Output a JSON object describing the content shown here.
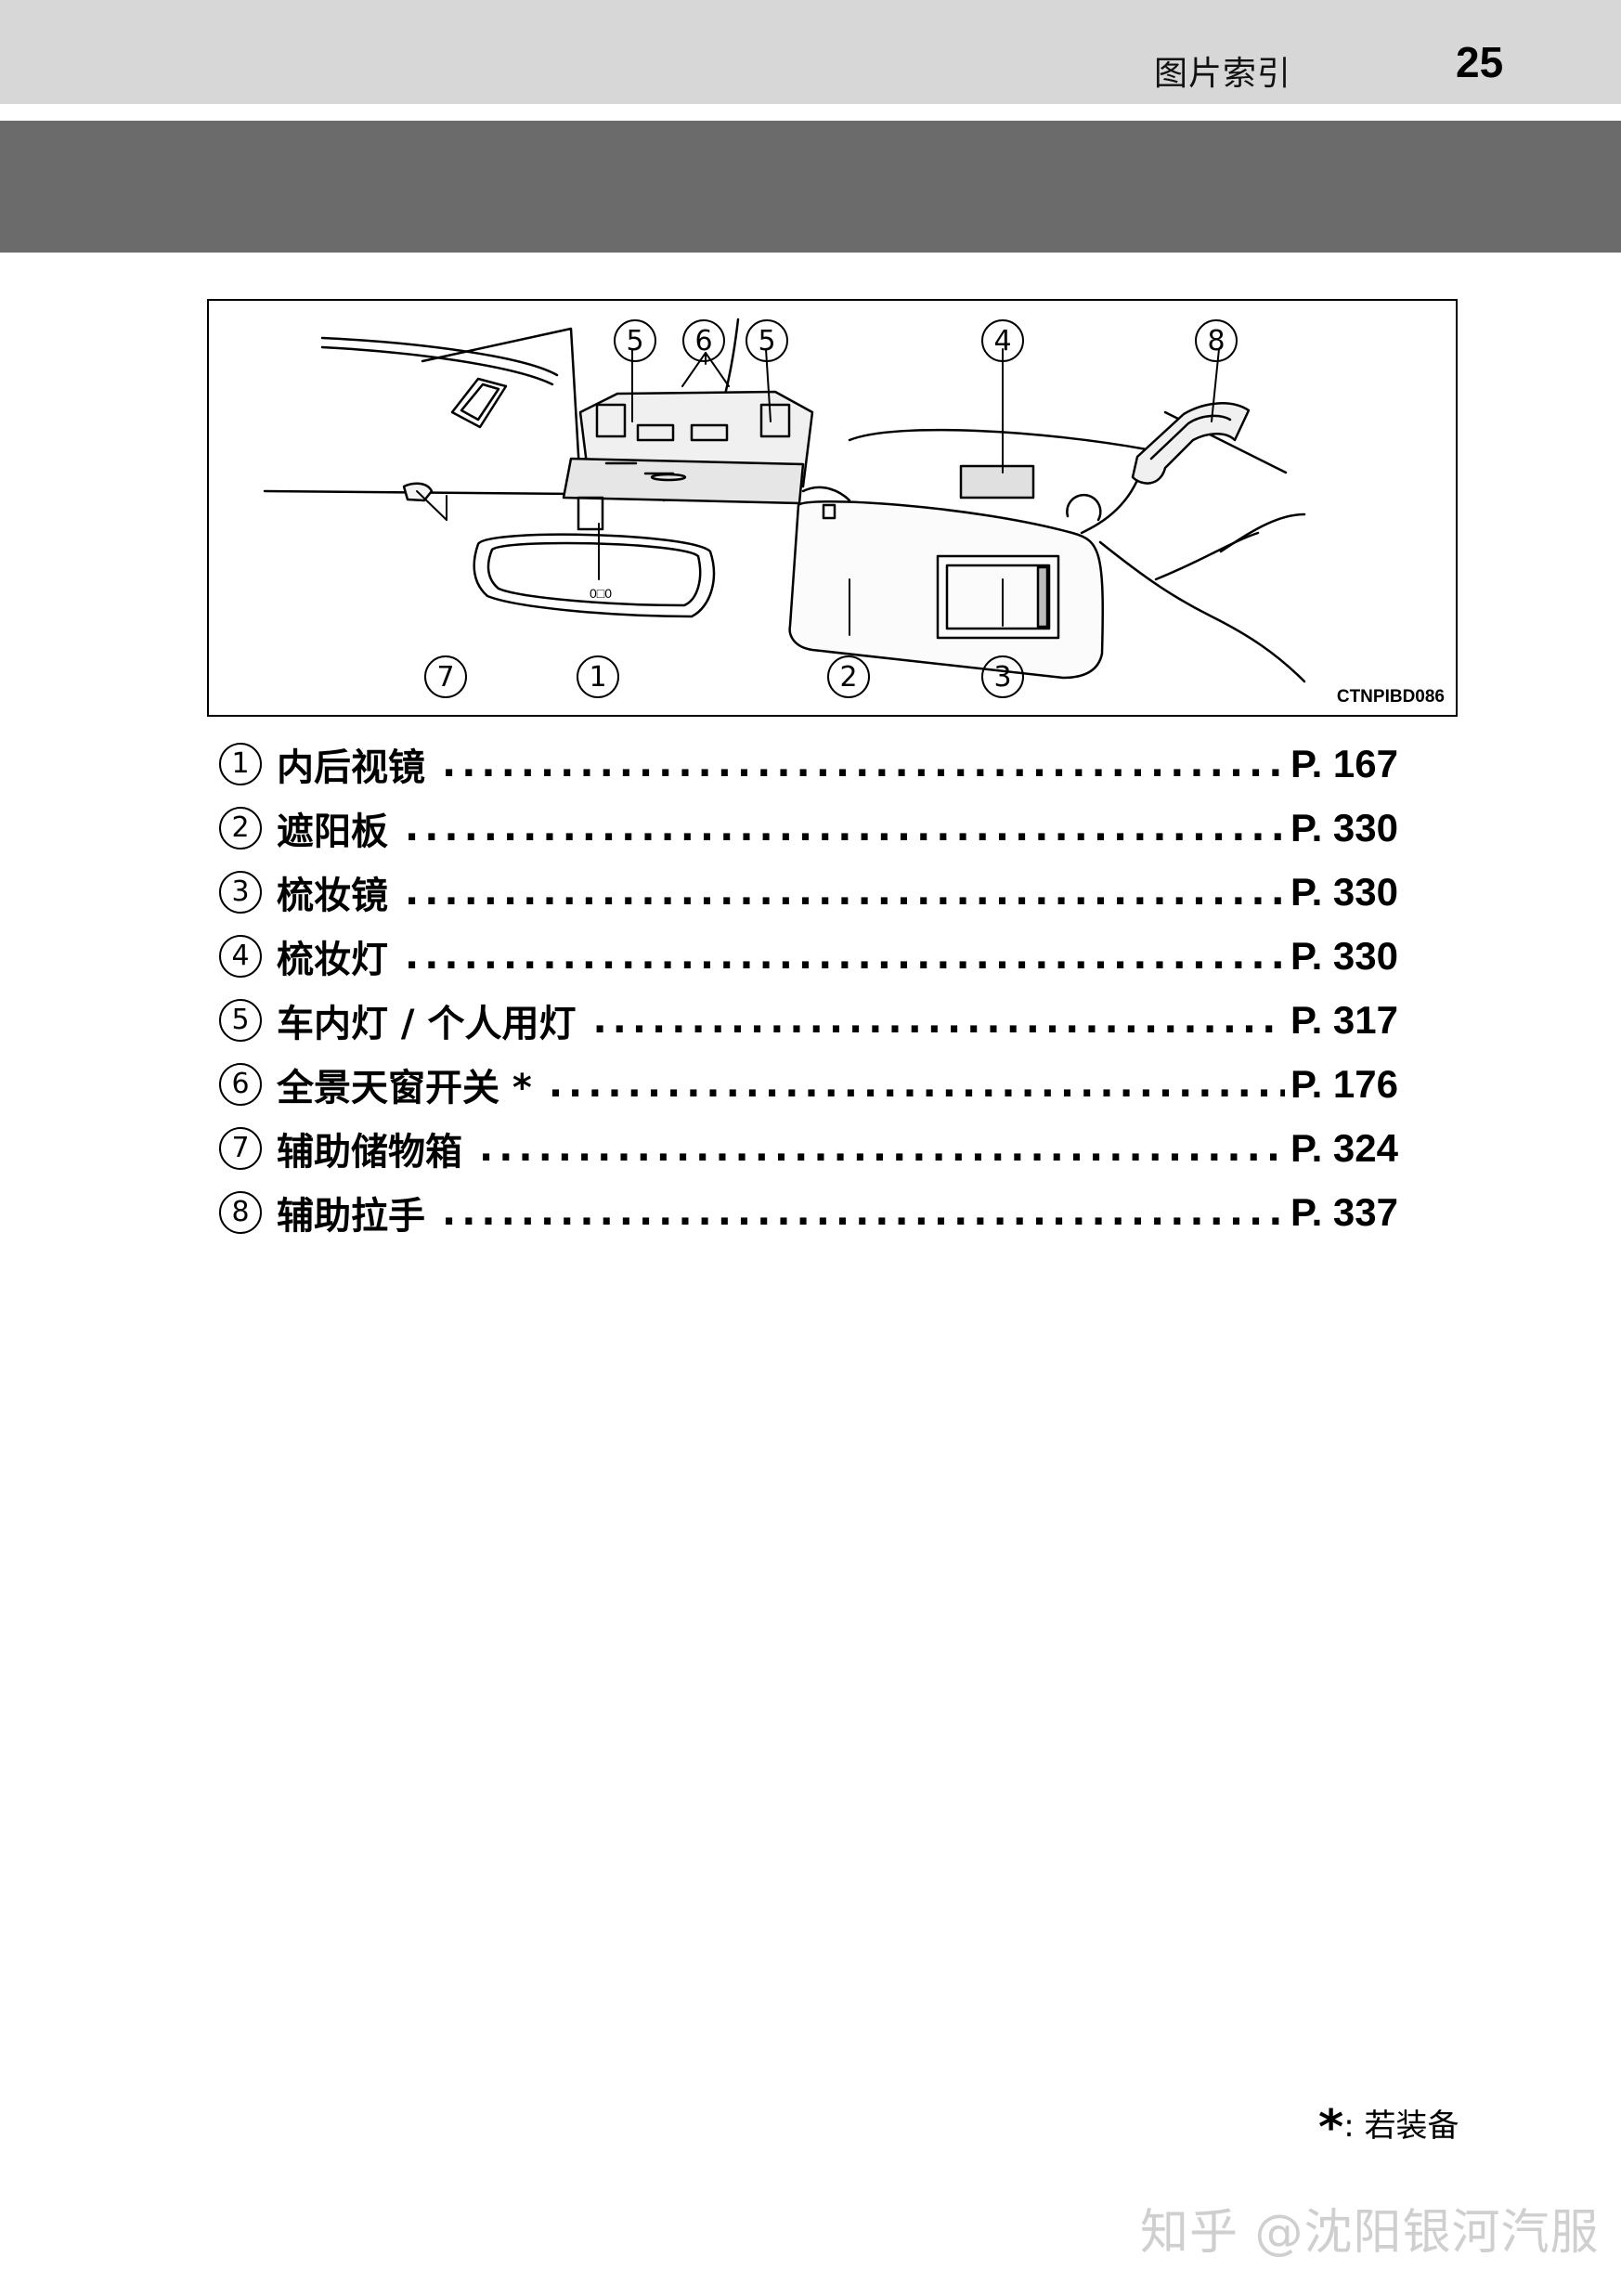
{
  "header": {
    "section_title": "图片索引",
    "page_number": "25"
  },
  "figure": {
    "image_code": "CTNPIBD086",
    "callouts": [
      "5",
      "6",
      "5",
      "4",
      "8",
      "7",
      "1",
      "2",
      "3"
    ]
  },
  "index": [
    {
      "num": "1",
      "label": "内后视镜",
      "page": "P. 167"
    },
    {
      "num": "2",
      "label": "遮阳板",
      "page": "P. 330"
    },
    {
      "num": "3",
      "label": "梳妆镜",
      "page": "P. 330"
    },
    {
      "num": "4",
      "label": "梳妆灯",
      "page": "P. 330"
    },
    {
      "num": "5",
      "label": "车内灯 / 个人用灯",
      "page": "P. 317"
    },
    {
      "num": "6",
      "label": "全景天窗开关 *",
      "page": "P. 176"
    },
    {
      "num": "7",
      "label": "辅助储物箱",
      "page": "P. 324"
    },
    {
      "num": "8",
      "label": "辅助拉手",
      "page": "P. 337"
    }
  ],
  "footnote": {
    "mark": "*",
    "text": ": 若装备"
  },
  "watermark": "知乎 @沈阳银河汽服"
}
